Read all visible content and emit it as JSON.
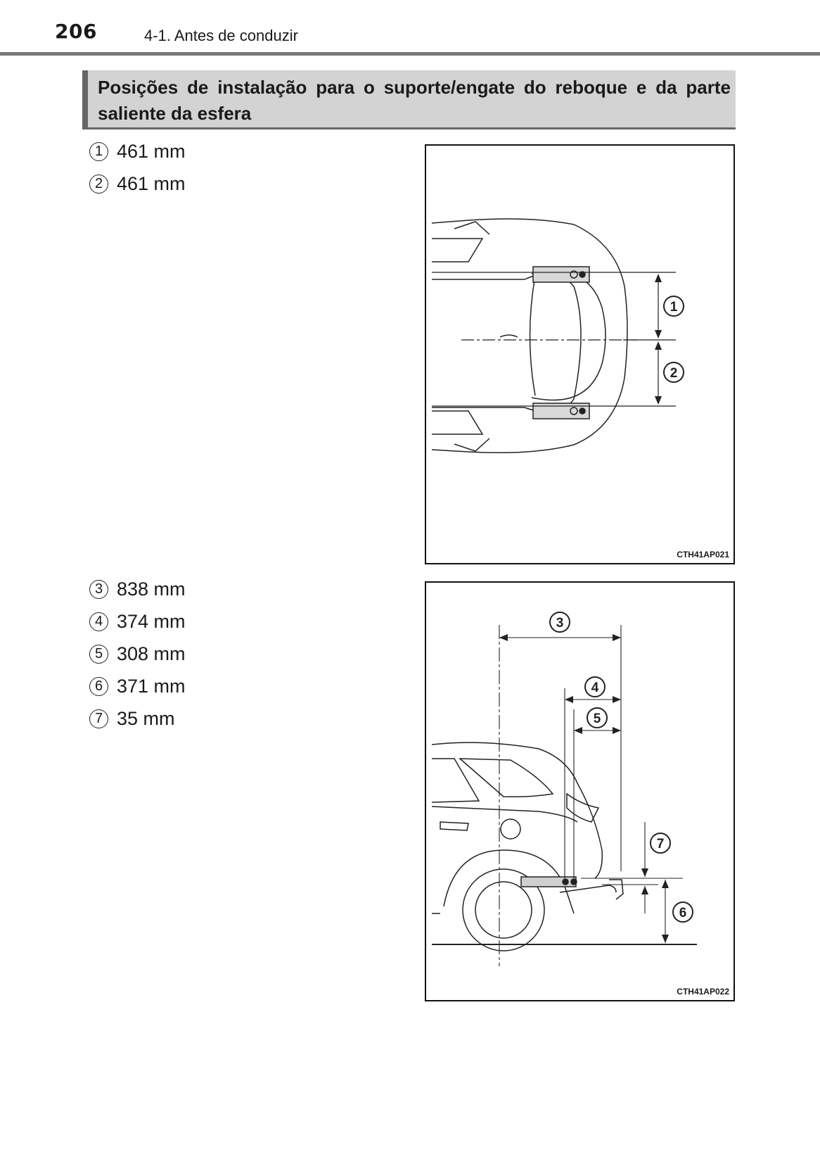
{
  "header": {
    "page_number": "206",
    "section": "4-1. Antes de conduzir"
  },
  "heading": "Posições de instalação para o suporte/engate do reboque e da parte saliente da esfera",
  "list_top": [
    {
      "num": "1",
      "value": "461 mm"
    },
    {
      "num": "2",
      "value": "461 mm"
    }
  ],
  "list_side": [
    {
      "num": "3",
      "value": "838 mm"
    },
    {
      "num": "4",
      "value": "374 mm"
    },
    {
      "num": "5",
      "value": "308 mm"
    },
    {
      "num": "6",
      "value": "371 mm"
    },
    {
      "num": "7",
      "value": "35 mm"
    }
  ],
  "figures": {
    "top": {
      "code": "CTH41AP021",
      "labels": [
        "1",
        "2"
      ]
    },
    "side": {
      "code": "CTH41AP022",
      "labels": [
        "3",
        "4",
        "5",
        "6",
        "7"
      ]
    }
  }
}
